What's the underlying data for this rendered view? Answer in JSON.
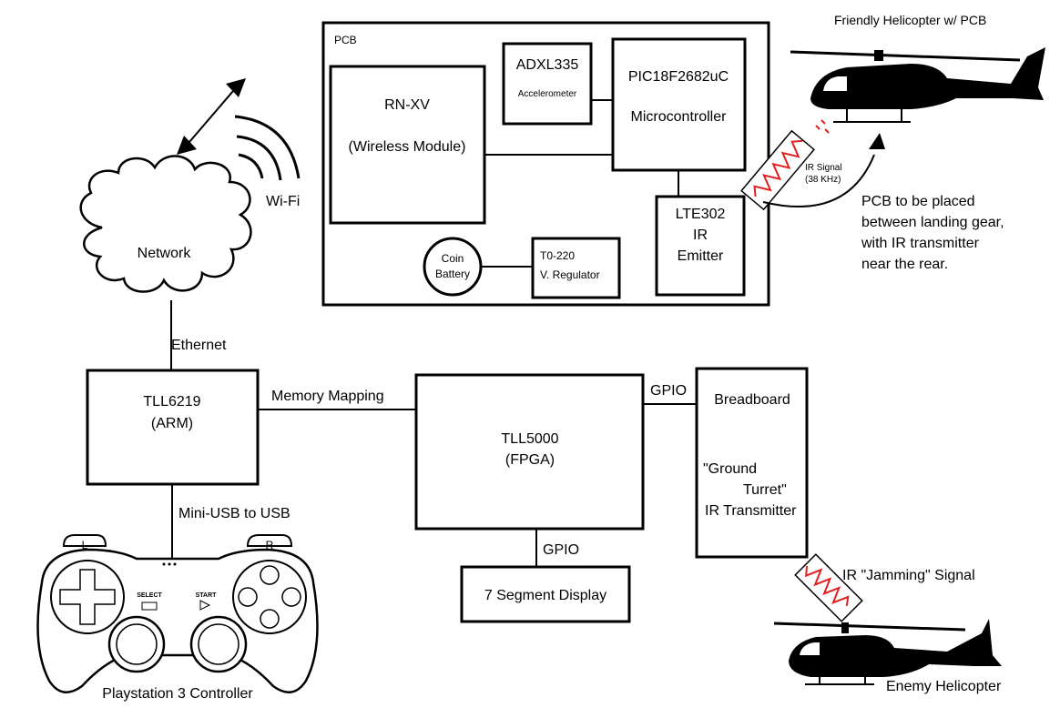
{
  "pcb": {
    "label": "PCB",
    "rnxv": {
      "name": "RN-XV",
      "desc": "(Wireless Module)"
    },
    "adxl": {
      "name": "ADXL335",
      "desc": "Accelerometer"
    },
    "pic": {
      "name": "PIC18F2682uC",
      "desc": "Microcontroller"
    },
    "lte": {
      "line1": "LTE302",
      "line2": "IR",
      "line3": "Emitter"
    },
    "coin": {
      "line1": "Coin",
      "line2": "Battery"
    },
    "reg": {
      "line1": "T0-220",
      "line2": "V. Regulator"
    }
  },
  "network": {
    "label": "Network",
    "wifi": "Wi-Fi"
  },
  "friendly": {
    "title": "Friendly Helicopter w/ PCB",
    "ir_line1": "IR Signal",
    "ir_line2": "(38 KHz)",
    "note": [
      "PCB to be placed",
      "between landing gear,",
      "with IR transmitter",
      "near the rear."
    ]
  },
  "links": {
    "ethernet": "Ethernet",
    "memory": "Memory Mapping",
    "gpio_right": "GPIO",
    "gpio_down": "GPIO",
    "usb": "Mini-USB to USB"
  },
  "arm": {
    "name": "TLL6219",
    "desc": "(ARM)"
  },
  "fpga": {
    "name": "TLL5000",
    "desc": "(FPGA)"
  },
  "breadboard": {
    "title": "Breadboard",
    "line1": "\"Ground",
    "line2": "Turret\"",
    "line3": "IR Transmitter"
  },
  "seg": {
    "label": "7 Segment Display"
  },
  "enemy": {
    "jam": "IR \"Jamming\" Signal",
    "label": "Enemy Helicopter"
  },
  "controller": {
    "label": "Playstation 3 Controller",
    "left_trigger": "L",
    "right_trigger": "R",
    "select": "SELECT",
    "start": "START"
  }
}
